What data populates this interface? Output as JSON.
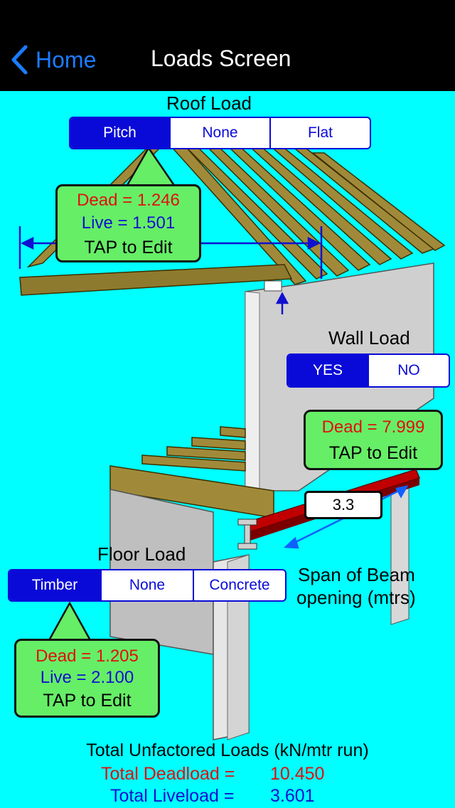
{
  "nav": {
    "back_label": "Home",
    "title": "Loads Screen"
  },
  "roof": {
    "title": "Roof Load",
    "options": [
      "Pitch",
      "None",
      "Flat"
    ],
    "selected": "Pitch",
    "dead": "Dead =  1.246",
    "live": "Live =  1.501",
    "tap": "TAP to Edit"
  },
  "wall": {
    "title": "Wall Load",
    "options": [
      "YES",
      "NO"
    ],
    "selected": "YES",
    "dead": "Dead =  7.999",
    "tap": "TAP to Edit"
  },
  "span": {
    "value": "3.3",
    "label_line1": "Span of Beam",
    "label_line2": "opening (mtrs)"
  },
  "floor": {
    "title": "Floor Load",
    "options": [
      "Timber",
      "None",
      "Concrete"
    ],
    "selected": "Timber",
    "dead": "Dead =  1.205",
    "live": "Live =  2.100",
    "tap": "TAP to Edit"
  },
  "totals": {
    "title": "Total Unfactored Loads (kN/mtr run)",
    "dead_label": "Total Deadload =",
    "dead_value": "10.450",
    "live_label": "Total Liveload =",
    "live_value": "3.601"
  },
  "colors": {
    "background": "#00ffff",
    "accent": "#0a0ad8",
    "dead": "#e01010",
    "live": "#1010d0",
    "callout": "#66ee66"
  }
}
